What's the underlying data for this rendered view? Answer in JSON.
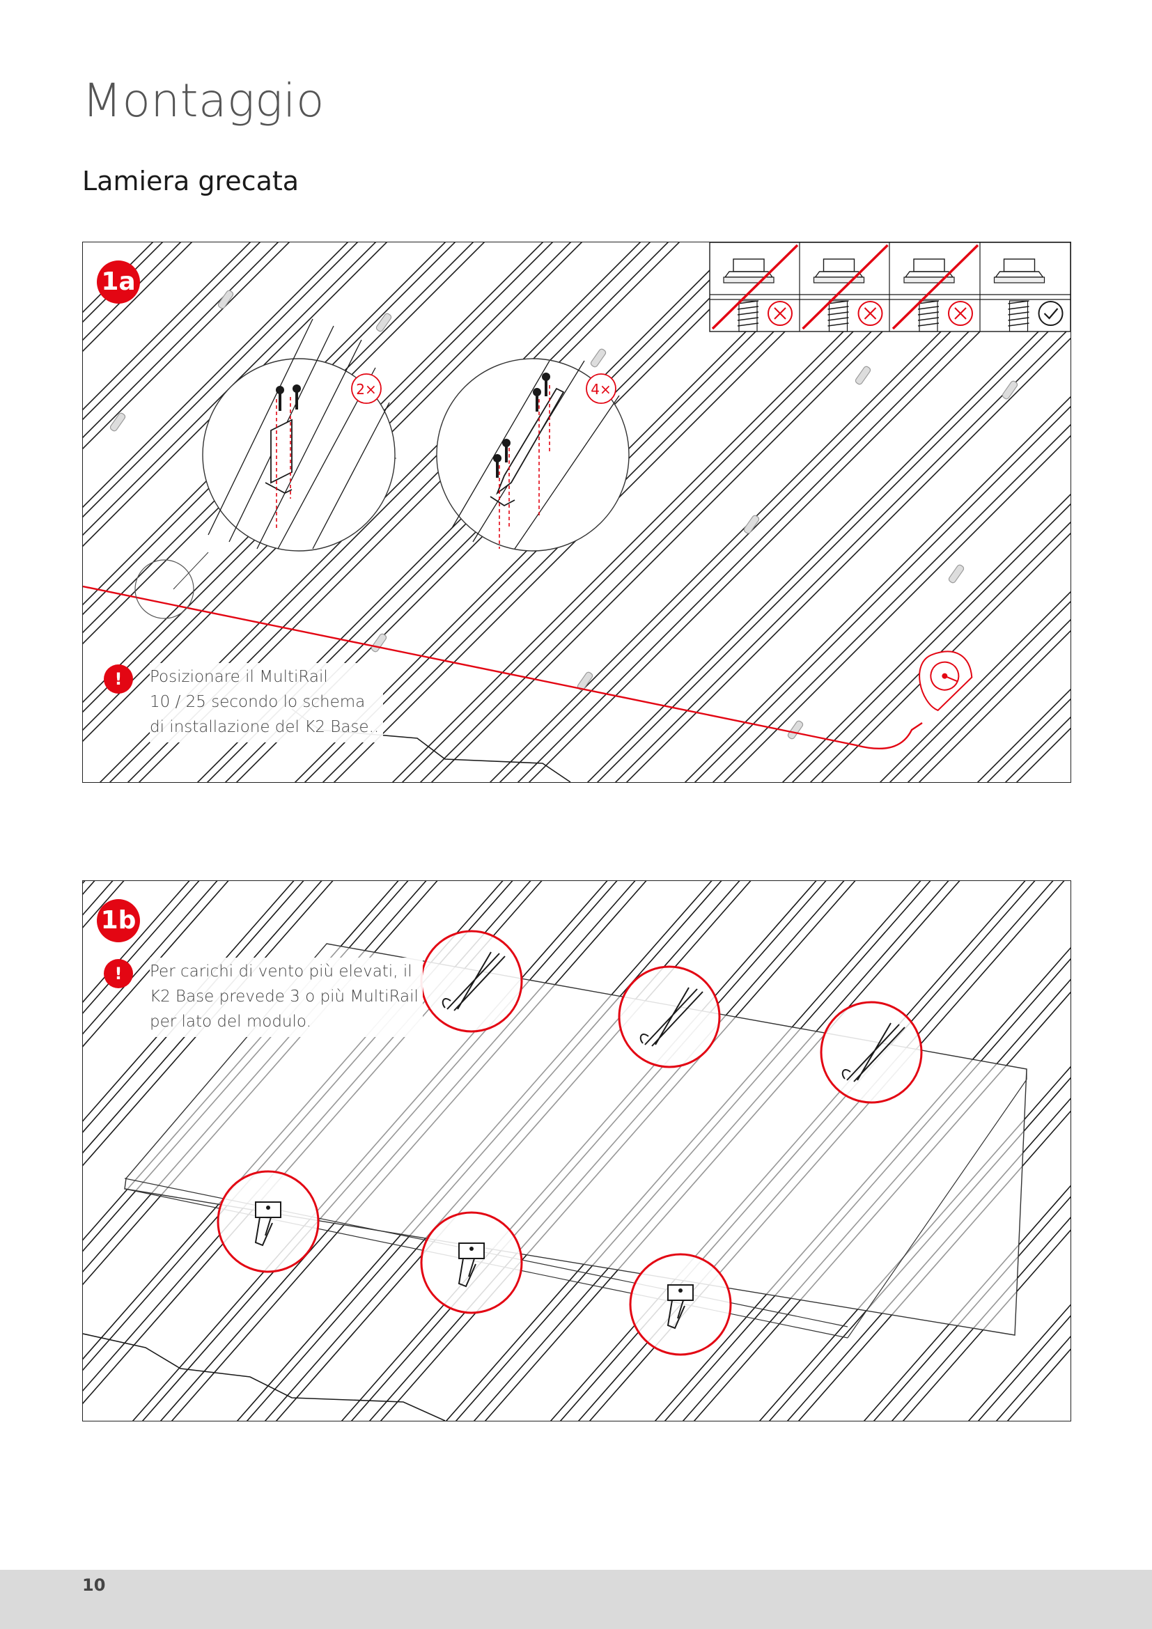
{
  "page": {
    "title": "Montaggio",
    "subtitle": "Lamiera grecata",
    "number": "10"
  },
  "figures": [
    {
      "badge": "1a",
      "note_lines": [
        "Posizionare il MultiRail",
        "10 / 25 secondo lo schema",
        "di installazione del K2 Base.."
      ],
      "detail_multipliers": [
        "2×",
        "4×"
      ],
      "screw_checks": [
        "wrong",
        "wrong",
        "wrong",
        "correct"
      ]
    },
    {
      "badge": "1b",
      "note_lines": [
        "Per carichi di vento più elevati, il",
        "K2 Base prevede 3 o più MultiRail",
        "per lato del modulo."
      ]
    }
  ],
  "colors": {
    "accent": "#e30613",
    "line": "#1a1a1a",
    "footer": "#dadada"
  },
  "icons": [
    "warning-icon",
    "error-x-icon",
    "check-icon",
    "chalk-line-reel-icon"
  ]
}
